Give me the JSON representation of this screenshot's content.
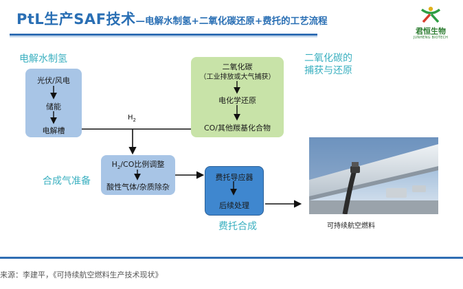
{
  "title": {
    "main": "PtL生产SAF技术",
    "sub": "—电解水制氢+二氧化碳还原+费托的工艺流程"
  },
  "logo": {
    "name": "君恒生物",
    "en": "JUNHENG BIOTECH"
  },
  "labels": {
    "electrolysis": "电解水制氢",
    "co2_capture_line1": "二氧化碳的",
    "co2_capture_line2": "捕获与还原",
    "syngas_prep": "合成气准备",
    "ft_synthesis": "费托合成"
  },
  "boxes": {
    "electrolysis": {
      "line1": "光伏/风电",
      "line2": "储能",
      "line3": "电解槽"
    },
    "co2": {
      "line1": "二氧化碳",
      "line2": "（工业排放或大气捕获）",
      "line3": "电化学还原",
      "line4": "CO/其他羰基化合物"
    },
    "syngas": {
      "line1_main": "H",
      "line1_sub": "2",
      "line1_rest": "/CO比例调整",
      "line2": "酸性气体/杂质除杂"
    },
    "ft": {
      "line1": "费托导应器",
      "line2": "后续处理"
    }
  },
  "h2_label": {
    "main": "H",
    "sub": "2"
  },
  "caption": "可持续航空燃料",
  "source": "来源：李建平，《可持续航空燃料生产技术现状》",
  "colors": {
    "accent_blue": "#2f6db3",
    "label_cyan": "#3bb0c0",
    "box_light_blue": "#a8c5e6",
    "box_green": "#c8e3a8",
    "box_dark_blue": "#3f87cf"
  },
  "icons": {
    "logo": "junheng-logo-icon",
    "photo": "aircraft-refueling-image"
  }
}
